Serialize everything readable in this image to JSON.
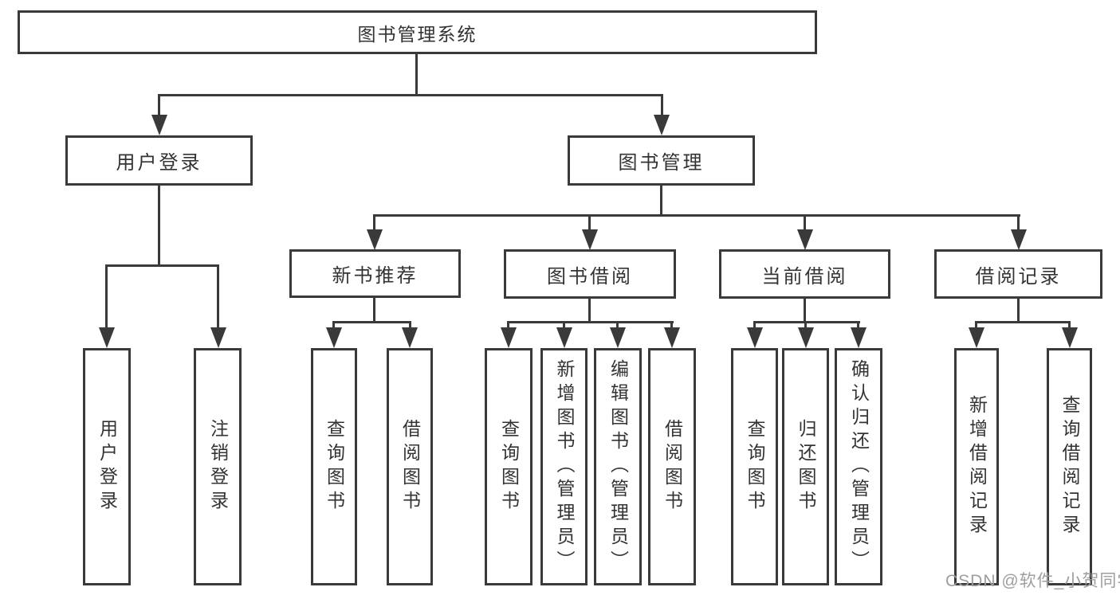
{
  "diagram": {
    "root": "图书管理系统",
    "branches": {
      "user_login": {
        "label": "用户登录",
        "leaves": [
          "用户登录",
          "注销登录"
        ]
      },
      "book_management": {
        "label": "图书管理",
        "sections": {
          "new_books": {
            "label": "新书推荐",
            "leaves": [
              "查询图书",
              "借阅图书"
            ]
          },
          "borrowing": {
            "label": "图书借阅",
            "leaves": [
              "查询图书",
              "新增图书（管理员）",
              "编辑图书（管理员）",
              "借阅图书"
            ]
          },
          "current": {
            "label": "当前借阅",
            "leaves": [
              "查询图书",
              "归还图书",
              "确认归还（管理员）"
            ]
          },
          "records": {
            "label": "借阅记录",
            "leaves": [
              "新增借阅记录",
              "查询借阅记录"
            ]
          }
        }
      }
    }
  },
  "watermark": {
    "text": "CSDN @软件_小贺同学"
  },
  "colors": {
    "line": "#3a3a3a",
    "box_border": "#3a3a3a",
    "text": "#333333",
    "watermark": "#9e9e9e",
    "background": "#ffffff"
  }
}
